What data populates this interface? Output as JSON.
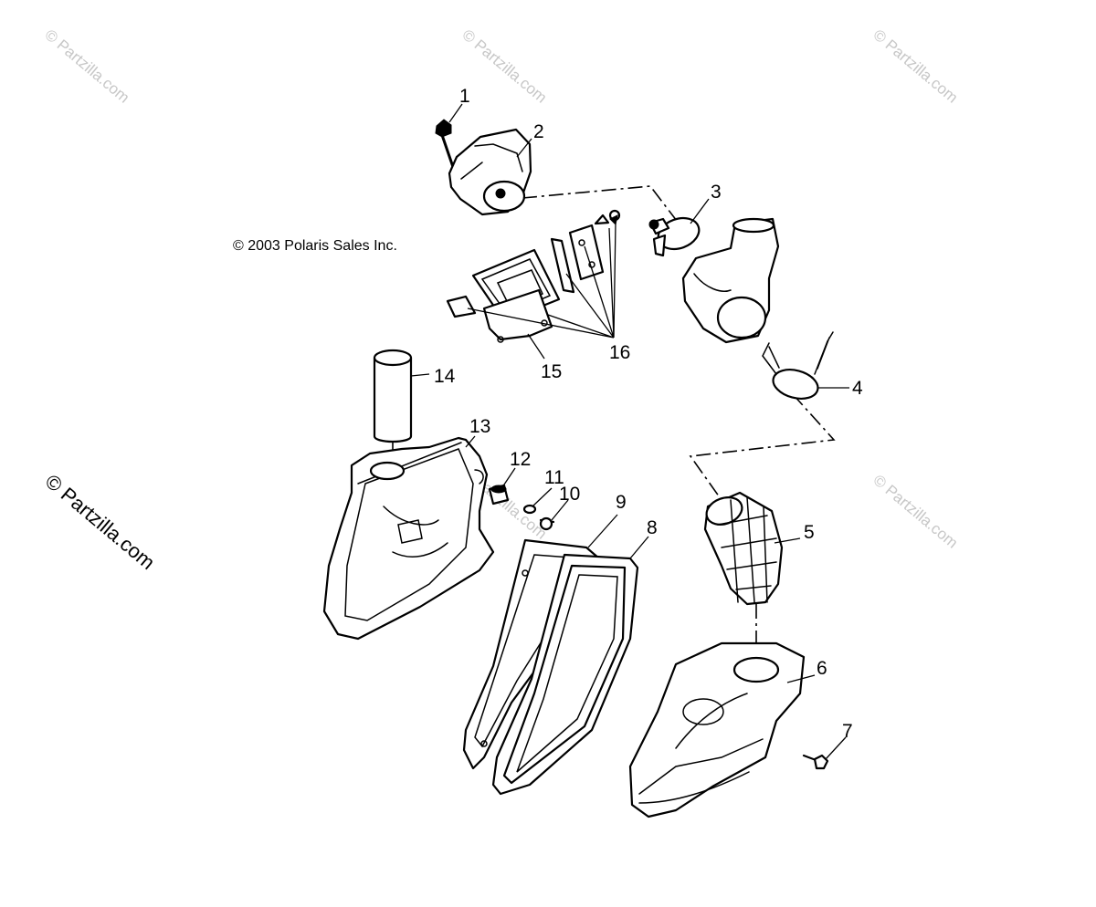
{
  "diagram": {
    "copyright": "© 2003 Polaris Sales Inc.",
    "watermark": "© Partzilla.com",
    "callouts": [
      "1",
      "2",
      "3",
      "4",
      "5",
      "6",
      "7",
      "8",
      "9",
      "10",
      "11",
      "12",
      "13",
      "14",
      "15",
      "16"
    ]
  }
}
